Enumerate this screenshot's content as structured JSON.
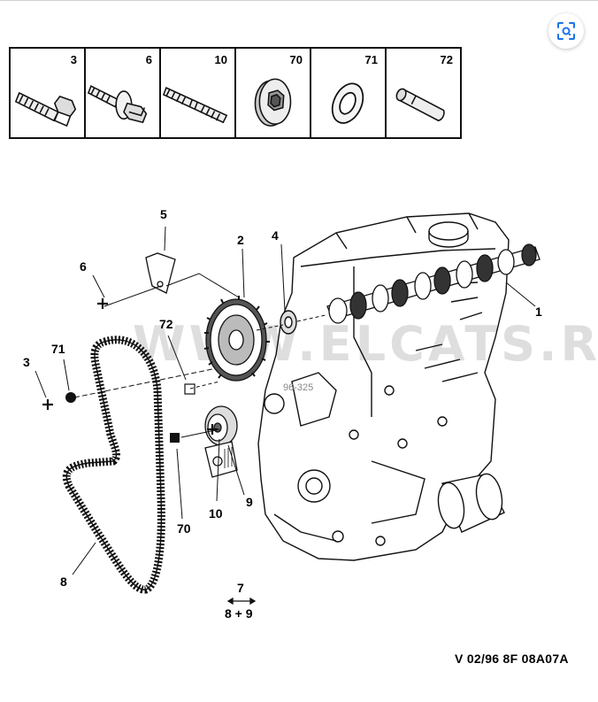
{
  "toolbar": {
    "lens_icon": "visual-search-icon"
  },
  "parts_table": {
    "items": [
      {
        "ref": "3",
        "icon": "bolt-icon"
      },
      {
        "ref": "6",
        "icon": "bolt-with-washer-icon"
      },
      {
        "ref": "10",
        "icon": "stud-icon"
      },
      {
        "ref": "70",
        "icon": "eccentric-nut-icon"
      },
      {
        "ref": "71",
        "icon": "washer-icon"
      },
      {
        "ref": "72",
        "icon": "dowel-pin-icon"
      }
    ]
  },
  "diagram": {
    "callouts": {
      "c1": "1",
      "c2": "2",
      "c3": "3",
      "c4": "4",
      "c5": "5",
      "c6": "6",
      "c8": "8",
      "c9": "9",
      "c10": "10",
      "c70": "70",
      "c71": "71",
      "c72": "72"
    },
    "kit_note": {
      "top": "7",
      "bottom": "8 + 9"
    },
    "watermark": "WWW.ELCATS.RU",
    "small_code": "96-325"
  },
  "footer": {
    "reference": "V 02/96 8F 08A07A"
  },
  "colors": {
    "ink": "#111111",
    "background": "#ffffff"
  }
}
